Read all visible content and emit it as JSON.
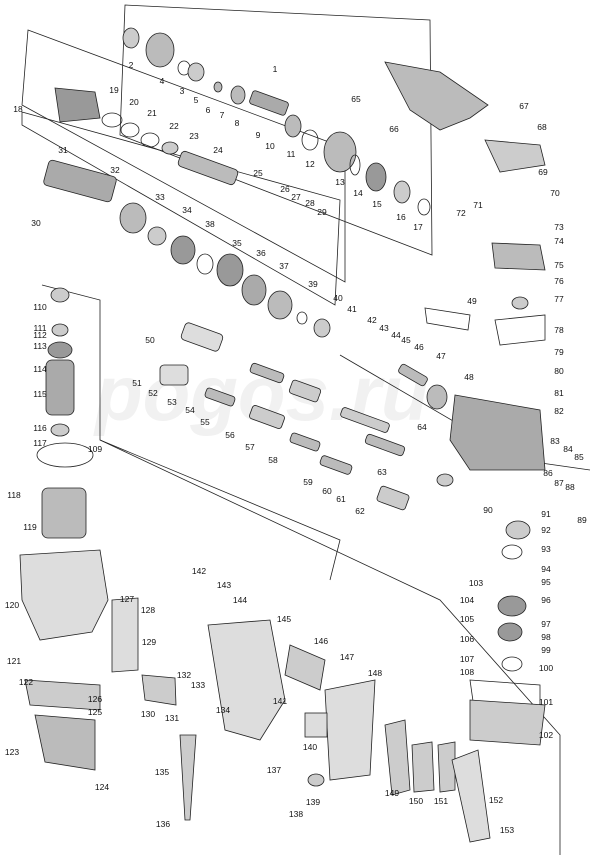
{
  "watermark": "pogos.ru",
  "labels": [
    "1",
    "2",
    "3",
    "4",
    "5",
    "6",
    "7",
    "8",
    "9",
    "10",
    "11",
    "12",
    "13",
    "14",
    "15",
    "16",
    "17",
    "18",
    "19",
    "20",
    "21",
    "22",
    "23",
    "24",
    "25",
    "26",
    "27",
    "28",
    "29",
    "30",
    "31",
    "32",
    "33",
    "34",
    "35",
    "36",
    "37",
    "38",
    "39",
    "40",
    "41",
    "42",
    "43",
    "44",
    "45",
    "46",
    "47",
    "48",
    "49",
    "50",
    "51",
    "52",
    "53",
    "54",
    "55",
    "56",
    "57",
    "58",
    "59",
    "60",
    "61",
    "62",
    "63",
    "64",
    "65",
    "66",
    "67",
    "68",
    "69",
    "70",
    "71",
    "72",
    "73",
    "74",
    "75",
    "76",
    "77",
    "78",
    "79",
    "80",
    "81",
    "82",
    "83",
    "84",
    "85",
    "86",
    "87",
    "88",
    "89",
    "90",
    "91",
    "92",
    "93",
    "94",
    "95",
    "96",
    "97",
    "98",
    "99",
    "100",
    "101",
    "102",
    "103",
    "104",
    "105",
    "106",
    "107",
    "108",
    "109",
    "110",
    "111",
    "112",
    "113",
    "114",
    "115",
    "116",
    "117",
    "118",
    "119",
    "120",
    "121",
    "122",
    "123",
    "124",
    "125",
    "126",
    "127",
    "128",
    "129",
    "130",
    "131",
    "132",
    "133",
    "134",
    "135",
    "136",
    "137",
    "138",
    "139",
    "140",
    "141",
    "142",
    "143",
    "144",
    "145",
    "146",
    "147",
    "148",
    "149",
    "150",
    "151",
    "152",
    "153"
  ]
}
